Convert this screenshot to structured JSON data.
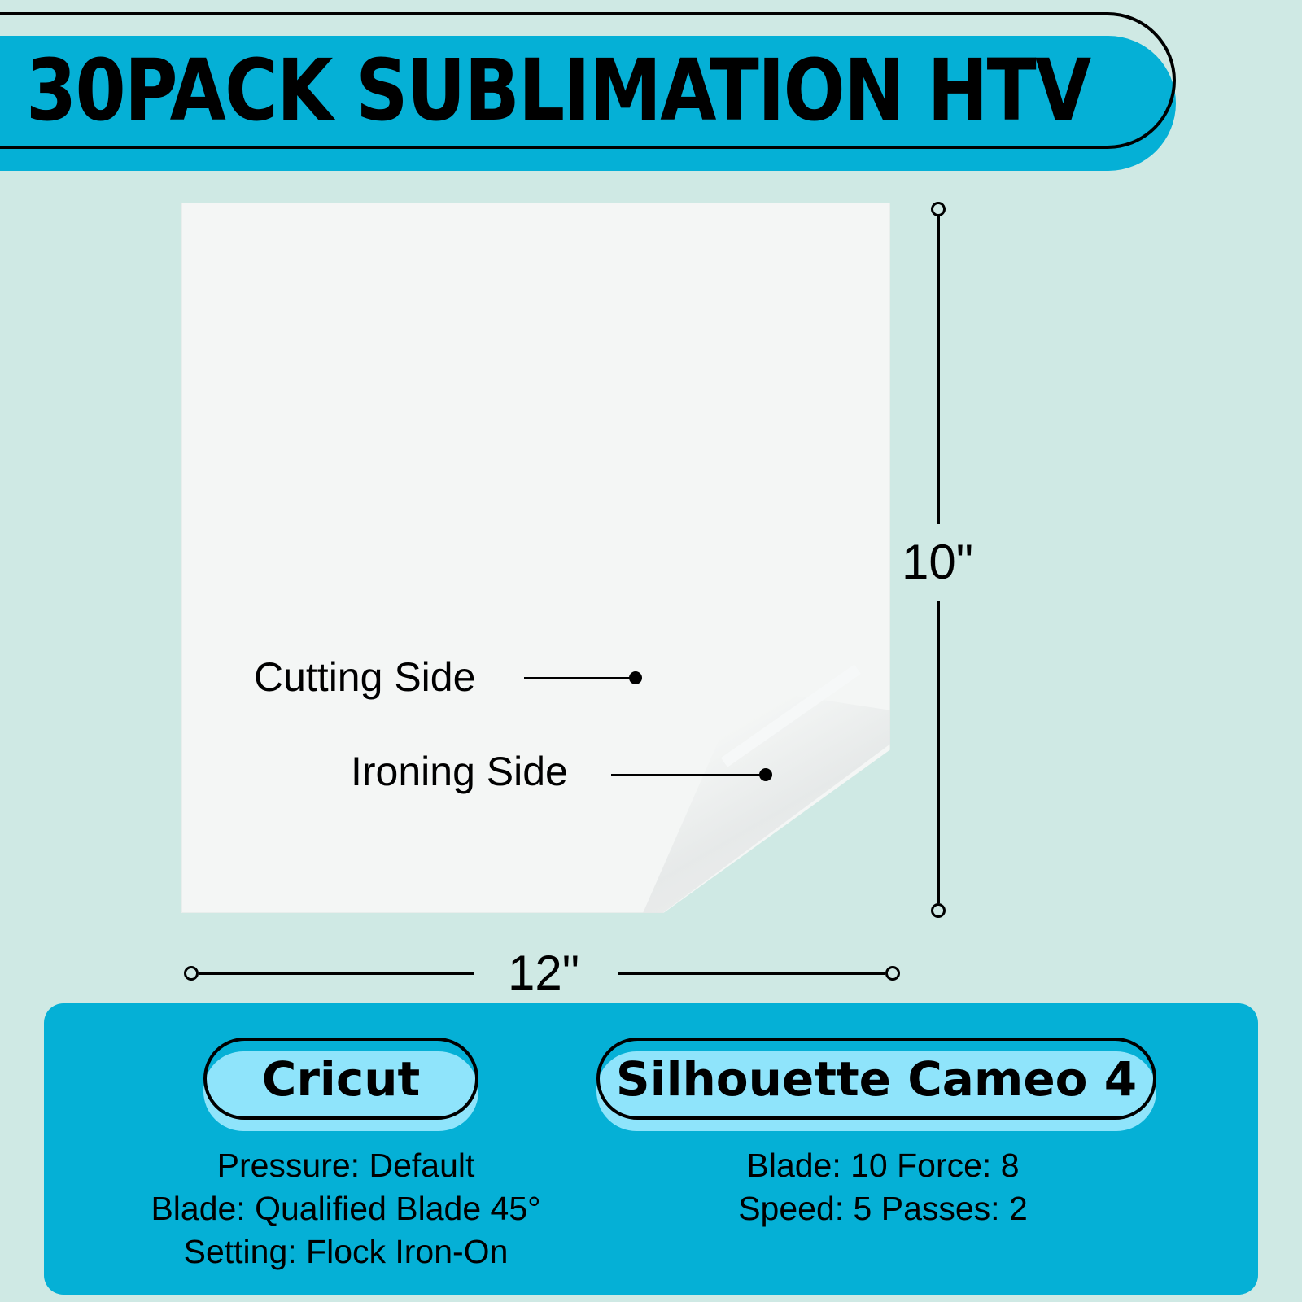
{
  "banner": {
    "title": "30PACK SUBLIMATION HTV"
  },
  "sheet": {
    "cutting_side_label": "Cutting Side",
    "ironing_side_label": "Ironing Side"
  },
  "dimensions": {
    "height": "10\"",
    "width": "12\""
  },
  "machines": [
    {
      "name": "Cricut",
      "settings": [
        "Pressure: Default",
        "Blade: Qualified Blade 45°",
        "Setting: Flock Iron-On"
      ]
    },
    {
      "name": "Silhouette Cameo 4",
      "settings": [
        "Blade: 10 Force: 8",
        "Speed: 5 Passes: 2"
      ]
    }
  ],
  "colors": {
    "background": "#cfe9e4",
    "accent": "#05b0d6",
    "pill": "#8fe4fb",
    "sheet": "#f4f6f5"
  }
}
